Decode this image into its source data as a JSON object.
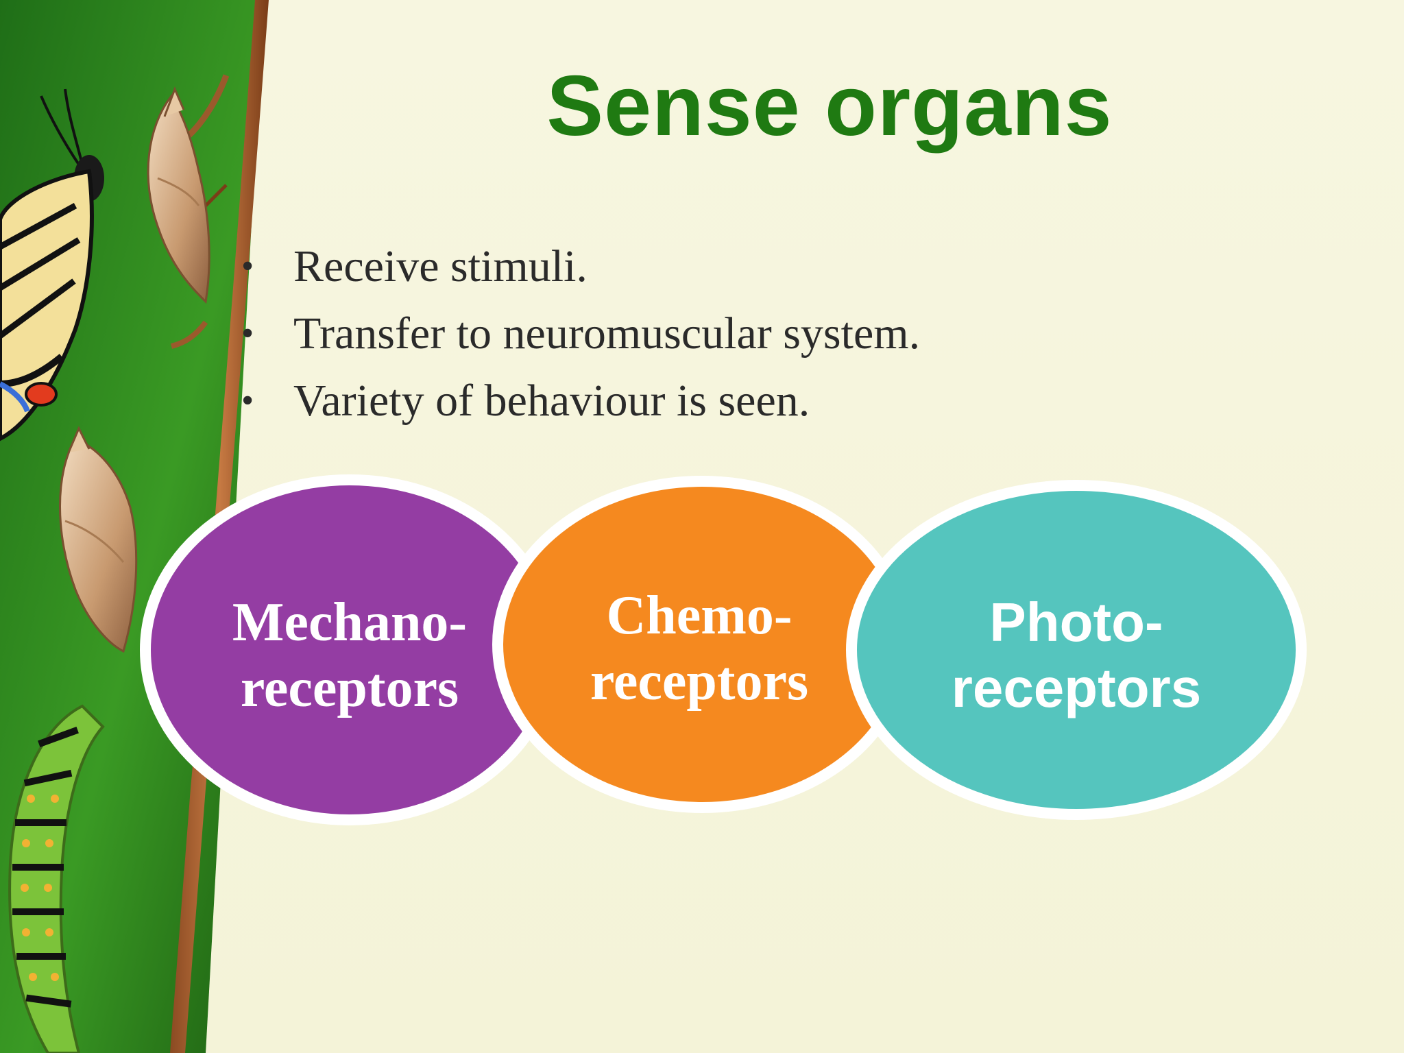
{
  "slide": {
    "title": "Sense organs",
    "bullets": [
      "Receive stimuli.",
      "Transfer to neuromuscular system.",
      "Variety of behaviour is seen."
    ],
    "bullet_glyph": "•"
  },
  "receptors": [
    {
      "line1": "Mechano-",
      "line2": "receptors",
      "color": "#943da3"
    },
    {
      "line1": "Chemo-",
      "line2": "receptors",
      "color": "#f5891f"
    },
    {
      "line1": "Photo-",
      "line2": "receptors",
      "color": "#55c5be"
    }
  ],
  "colors": {
    "title": "#1f7a12",
    "background": "#f6f5dc",
    "leaf_green": "#2f8a1e"
  },
  "icons": [
    "butterfly-icon",
    "chrysalis-icon",
    "caterpillar-icon",
    "twig-icon"
  ]
}
